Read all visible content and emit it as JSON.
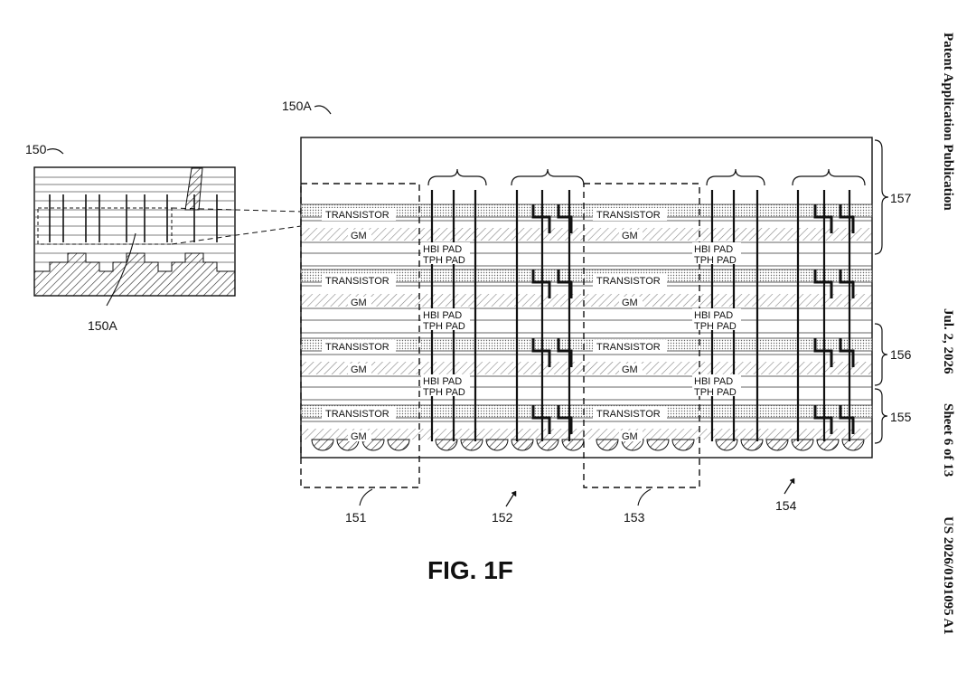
{
  "header": {
    "publication": "Patent Application Publication",
    "date": "Jul. 2, 2026",
    "sheet": "Sheet 6 of 13",
    "number": "US 2026/0191095 A1"
  },
  "figure": {
    "title": "FIG. 1F",
    "inset_ref": "150",
    "inset_detail_ref": "150A",
    "detail_ref": "150A",
    "refs": {
      "r151": "151",
      "r152": "152",
      "r153": "153",
      "r154": "154",
      "r155": "155",
      "r156": "156",
      "r157": "157"
    },
    "tier_labels": {
      "transistor": "TRANSISTOR",
      "gm": "GM",
      "hbi_pad": "HBI PAD",
      "tph_pad": "TPH PAD"
    }
  }
}
